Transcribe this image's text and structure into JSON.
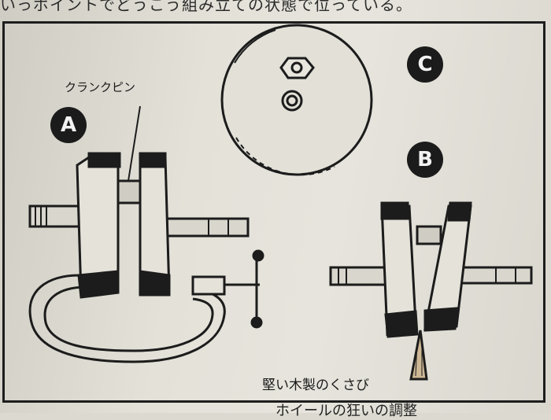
{
  "header_text": "いっポイントでどうこう組み立ての状態で位っている。",
  "labels": {
    "crank_pin": "クランクピン",
    "wedge": "堅い木製のくさび"
  },
  "badges": {
    "a": "A",
    "b": "B",
    "c": "C"
  },
  "footer_text": "ホイールの狂いの調整"
}
